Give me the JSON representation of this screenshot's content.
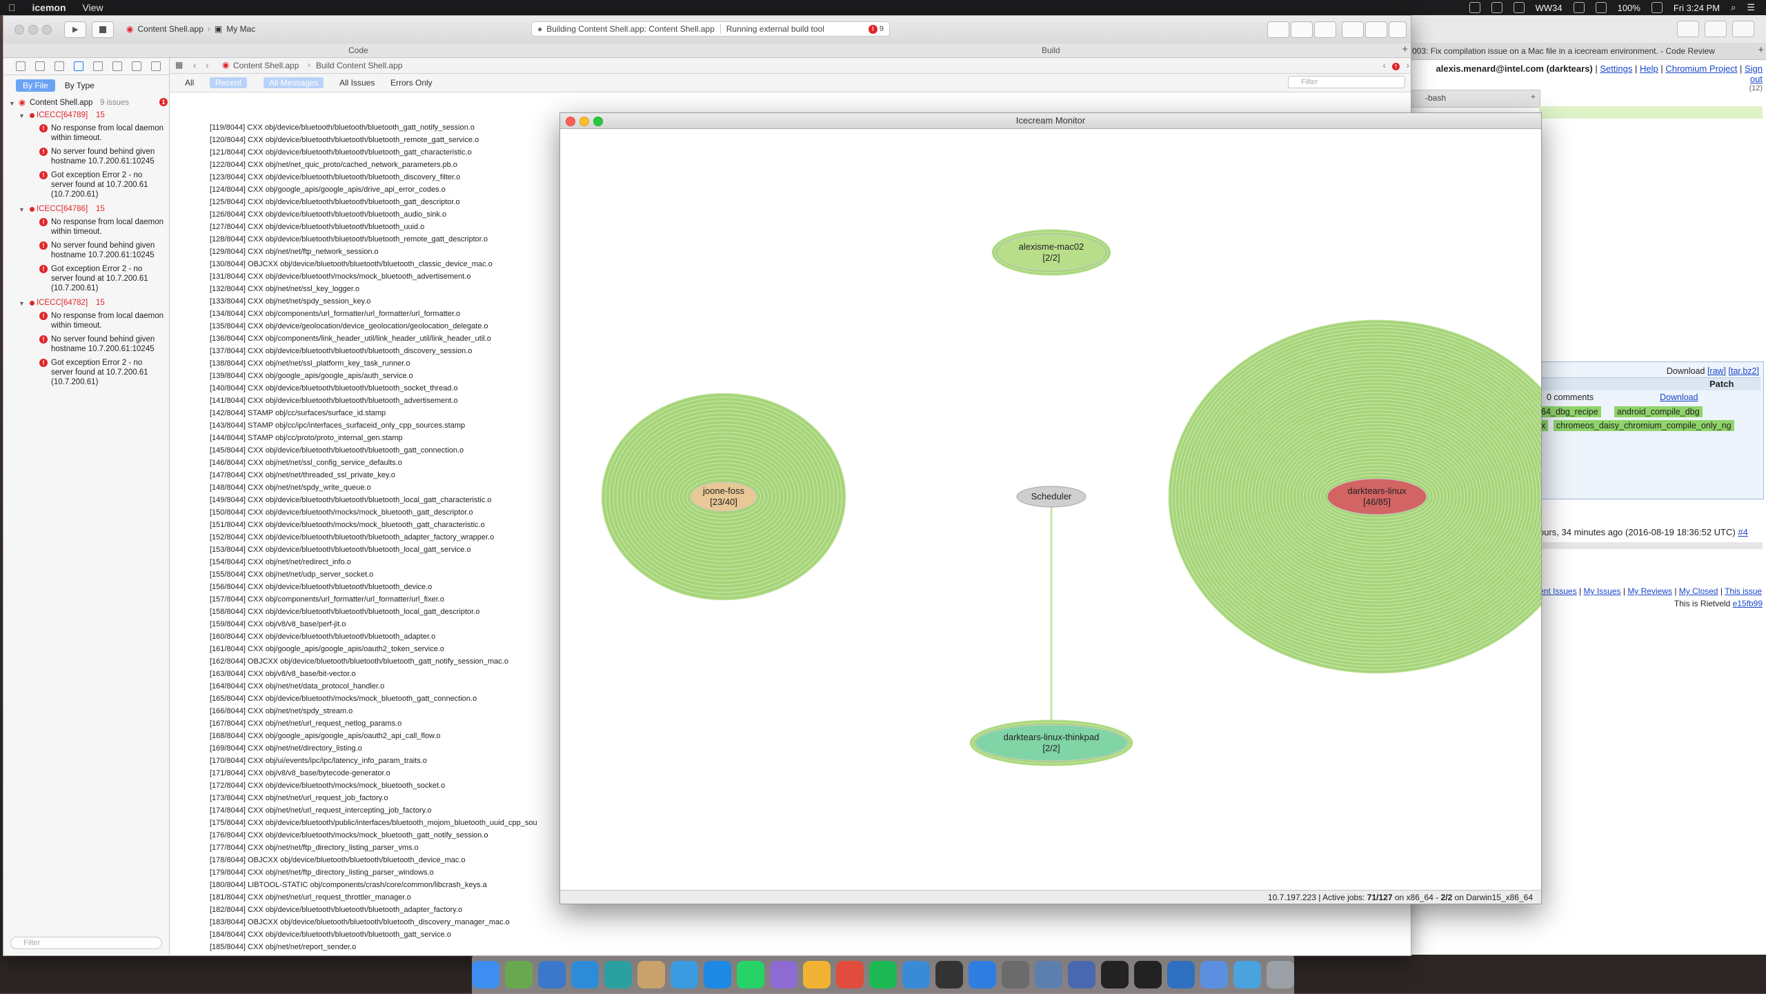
{
  "menubar": {
    "app_name": "icemon",
    "menu_view": "View",
    "week": "WW34",
    "battery": "100%",
    "clock": "Fri 3:24 PM"
  },
  "xcode": {
    "scheme": "Content Shell.app",
    "destination": "My Mac",
    "activity_status": "Building Content Shell.app: Content Shell.app",
    "activity_detail": "Running external build tool",
    "activity_error_count": "9",
    "tab_code": "Code",
    "tab_build": "Build",
    "jumpbar_project": "Content Shell.app",
    "jumpbar_item": "Build Content Shell.app",
    "filters": {
      "all": "All",
      "recent": "Recent",
      "all_messages": "All Messages",
      "all_issues": "All Issues",
      "errors_only": "Errors Only",
      "filter_placeholder": "Filter"
    },
    "navigator": {
      "by_file": "By File",
      "by_type": "By Type",
      "root_name": "Content Shell.app",
      "root_count": "9 issues",
      "root_badge": "1",
      "groups": [
        {
          "label": "ICECC[64789]",
          "count": "15",
          "msgs": [
            "No response from local daemon within timeout.",
            "No server found behind given hostname 10.7.200.61:10245",
            "Got exception Error 2 - no server found at 10.7.200.61 (10.7.200.61)"
          ]
        },
        {
          "label": "ICECC[64786]",
          "count": "15",
          "msgs": [
            "No response from local daemon within timeout.",
            "No server found behind given hostname 10.7.200.61:10245",
            "Got exception Error 2 - no server found at 10.7.200.61 (10.7.200.61)"
          ]
        },
        {
          "label": "ICECC[64782]",
          "count": "15",
          "msgs": [
            "No response from local daemon within timeout.",
            "No server found behind given hostname 10.7.200.61:10245",
            "Got exception Error 2 - no server found at 10.7.200.61 (10.7.200.61)"
          ]
        }
      ],
      "filter_placeholder": "Filter"
    },
    "log_lines": [
      "[119/8044] CXX obj/device/bluetooth/bluetooth/bluetooth_gatt_notify_session.o",
      "[120/8044] CXX obj/device/bluetooth/bluetooth/bluetooth_remote_gatt_service.o",
      "[121/8044] CXX obj/device/bluetooth/bluetooth/bluetooth_gatt_characteristic.o",
      "[122/8044] CXX obj/net/net_quic_proto/cached_network_parameters.pb.o",
      "[123/8044] CXX obj/device/bluetooth/bluetooth/bluetooth_discovery_filter.o",
      "[124/8044] CXX obj/google_apis/google_apis/drive_api_error_codes.o",
      "[125/8044] CXX obj/device/bluetooth/bluetooth/bluetooth_gatt_descriptor.o",
      "[126/8044] CXX obj/device/bluetooth/bluetooth/bluetooth_audio_sink.o",
      "[127/8044] CXX obj/device/bluetooth/bluetooth/bluetooth_uuid.o",
      "[128/8044] CXX obj/device/bluetooth/bluetooth/bluetooth_remote_gatt_descriptor.o",
      "[129/8044] CXX obj/net/net/ftp_network_session.o",
      "[130/8044] OBJCXX obj/device/bluetooth/bluetooth/bluetooth_classic_device_mac.o",
      "[131/8044] CXX obj/device/bluetooth/mocks/mock_bluetooth_advertisement.o",
      "[132/8044] CXX obj/net/net/ssl_key_logger.o",
      "[133/8044] CXX obj/net/net/spdy_session_key.o",
      "[134/8044] CXX obj/components/url_formatter/url_formatter/url_formatter.o",
      "[135/8044] CXX obj/device/geolocation/device_geolocation/geolocation_delegate.o",
      "[136/8044] CXX obj/components/link_header_util/link_header_util/link_header_util.o",
      "[137/8044] CXX obj/device/bluetooth/bluetooth/bluetooth_discovery_session.o",
      "[138/8044] CXX obj/net/net/ssl_platform_key_task_runner.o",
      "[139/8044] CXX obj/google_apis/google_apis/auth_service.o",
      "[140/8044] CXX obj/device/bluetooth/bluetooth/bluetooth_socket_thread.o",
      "[141/8044] CXX obj/device/bluetooth/bluetooth/bluetooth_advertisement.o",
      "[142/8044] STAMP obj/cc/surfaces/surface_id.stamp",
      "[143/8044] STAMP obj/cc/ipc/interfaces_surfaceid_only_cpp_sources.stamp",
      "[144/8044] STAMP obj/cc/proto/proto_internal_gen.stamp",
      "[145/8044] CXX obj/device/bluetooth/bluetooth/bluetooth_gatt_connection.o",
      "[146/8044] CXX obj/net/net/ssl_config_service_defaults.o",
      "[147/8044] CXX obj/net/net/threaded_ssl_private_key.o",
      "[148/8044] CXX obj/net/net/spdy_write_queue.o",
      "[149/8044] CXX obj/device/bluetooth/bluetooth/bluetooth_local_gatt_characteristic.o",
      "[150/8044] CXX obj/device/bluetooth/mocks/mock_bluetooth_gatt_descriptor.o",
      "[151/8044] CXX obj/device/bluetooth/mocks/mock_bluetooth_gatt_characteristic.o",
      "[152/8044] CXX obj/device/bluetooth/bluetooth/bluetooth_adapter_factory_wrapper.o",
      "[153/8044] CXX obj/device/bluetooth/bluetooth/bluetooth_local_gatt_service.o",
      "[154/8044] CXX obj/net/net/redirect_info.o",
      "[155/8044] CXX obj/net/net/udp_server_socket.o",
      "[156/8044] CXX obj/device/bluetooth/bluetooth/bluetooth_device.o",
      "[157/8044] CXX obj/components/url_formatter/url_formatter/url_fixer.o",
      "[158/8044] CXX obj/device/bluetooth/bluetooth/bluetooth_local_gatt_descriptor.o",
      "[159/8044] CXX obj/v8/v8_base/perf-jit.o",
      "[160/8044] CXX obj/device/bluetooth/bluetooth/bluetooth_adapter.o",
      "[161/8044] CXX obj/google_apis/google_apis/oauth2_token_service.o",
      "[162/8044] OBJCXX obj/device/bluetooth/bluetooth/bluetooth_gatt_notify_session_mac.o",
      "[163/8044] CXX obj/v8/v8_base/bit-vector.o",
      "[164/8044] CXX obj/net/net/data_protocol_handler.o",
      "[165/8044] CXX obj/device/bluetooth/mocks/mock_bluetooth_gatt_connection.o",
      "[166/8044] CXX obj/net/net/spdy_stream.o",
      "[167/8044] CXX obj/net/net/url_request_netlog_params.o",
      "[168/8044] CXX obj/google_apis/google_apis/oauth2_api_call_flow.o",
      "[169/8044] CXX obj/net/net/directory_listing.o",
      "[170/8044] CXX obj/ui/events/ipc/ipc/latency_info_param_traits.o",
      "[171/8044] CXX obj/v8/v8_base/bytecode-generator.o",
      "[172/8044] CXX obj/device/bluetooth/mocks/mock_bluetooth_socket.o",
      "[173/8044] CXX obj/net/net/url_request_job_factory.o",
      "[174/8044] CXX obj/net/net/url_request_intercepting_job_factory.o",
      "[175/8044] CXX obj/device/bluetooth/public/interfaces/bluetooth_mojom_bluetooth_uuid_cpp_sou",
      "[176/8044] CXX obj/device/bluetooth/mocks/mock_bluetooth_gatt_notify_session.o",
      "[177/8044] CXX obj/net/net/ftp_directory_listing_parser_vms.o",
      "[178/8044] OBJCXX obj/device/bluetooth/bluetooth/bluetooth_device_mac.o",
      "[179/8044] CXX obj/net/net/ftp_directory_listing_parser_windows.o",
      "[180/8044] LIBTOOL-STATIC obj/components/crash/core/common/libcrash_keys.a",
      "[181/8044] CXX obj/net/net/url_request_throttler_manager.o",
      "[182/8044] CXX obj/device/bluetooth/bluetooth/bluetooth_adapter_factory.o",
      "[183/8044] OBJCXX obj/device/bluetooth/bluetooth/bluetooth_discovery_manager_mac.o",
      "[184/8044] CXX obj/device/bluetooth/bluetooth/bluetooth_gatt_service.o",
      "[185/8044] CXX obj/net/net/report_sender.o"
    ]
  },
  "browser": {
    "tab_title": "003: Fix compilation issue on a Mac file in a icecream environment. - Code Review",
    "user": "alexis.menard@intel.com (darktears)",
    "links": [
      "Settings",
      "Help",
      "Chromium Project",
      "Sign out"
    ],
    "count": "(12)",
    "terminal_tab": "-bash",
    "download_label": "Download",
    "raw": "[raw]",
    "tarbz2": "[tar.bz2]",
    "patch_header": "Patch",
    "comments": "0 comments",
    "download_link": "Download",
    "bots_row1": [
      "64_dbg_recipe",
      "android_compile_dbg"
    ],
    "bots_row2": [
      "x",
      "chromeos_daisy_chromium_compile_only_ng"
    ],
    "time_text": "ours, 34 minutes ago (2016-08-19 18:36:52 UTC)",
    "time_link": "#4",
    "footer_links": [
      "ent Issues",
      "My Issues",
      "My Reviews",
      "My Closed",
      "This issue"
    ],
    "rietveld_text": "This is Rietveld",
    "rietveld_link": "e15fb99"
  },
  "monitor": {
    "title": "Icecream Monitor",
    "status_prefix": "10.7.197.223  | Active jobs: ",
    "status_jobs": "71/127",
    "status_mid": " on x86_64 - ",
    "status_jobs2": "2/2",
    "status_suffix": " on Darwin15_x86_64",
    "scheduler": "Scheduler",
    "nodes": [
      {
        "name": "alexisme-mac02",
        "jobs": "[2/2]",
        "fill": "#b9de8a",
        "rings": 2
      },
      {
        "name": "joone-foss",
        "jobs": "[23/40]",
        "fill": "#e8c896",
        "rings": 23
      },
      {
        "name": "darktears-linux",
        "jobs": "[46/85]",
        "fill": "#d26464",
        "rings": 46
      },
      {
        "name": "darktears-linux-thinkpad",
        "jobs": "[2/2]",
        "fill": "#80d4a6",
        "rings": 2
      }
    ],
    "ring_color": "#a6d57a"
  }
}
